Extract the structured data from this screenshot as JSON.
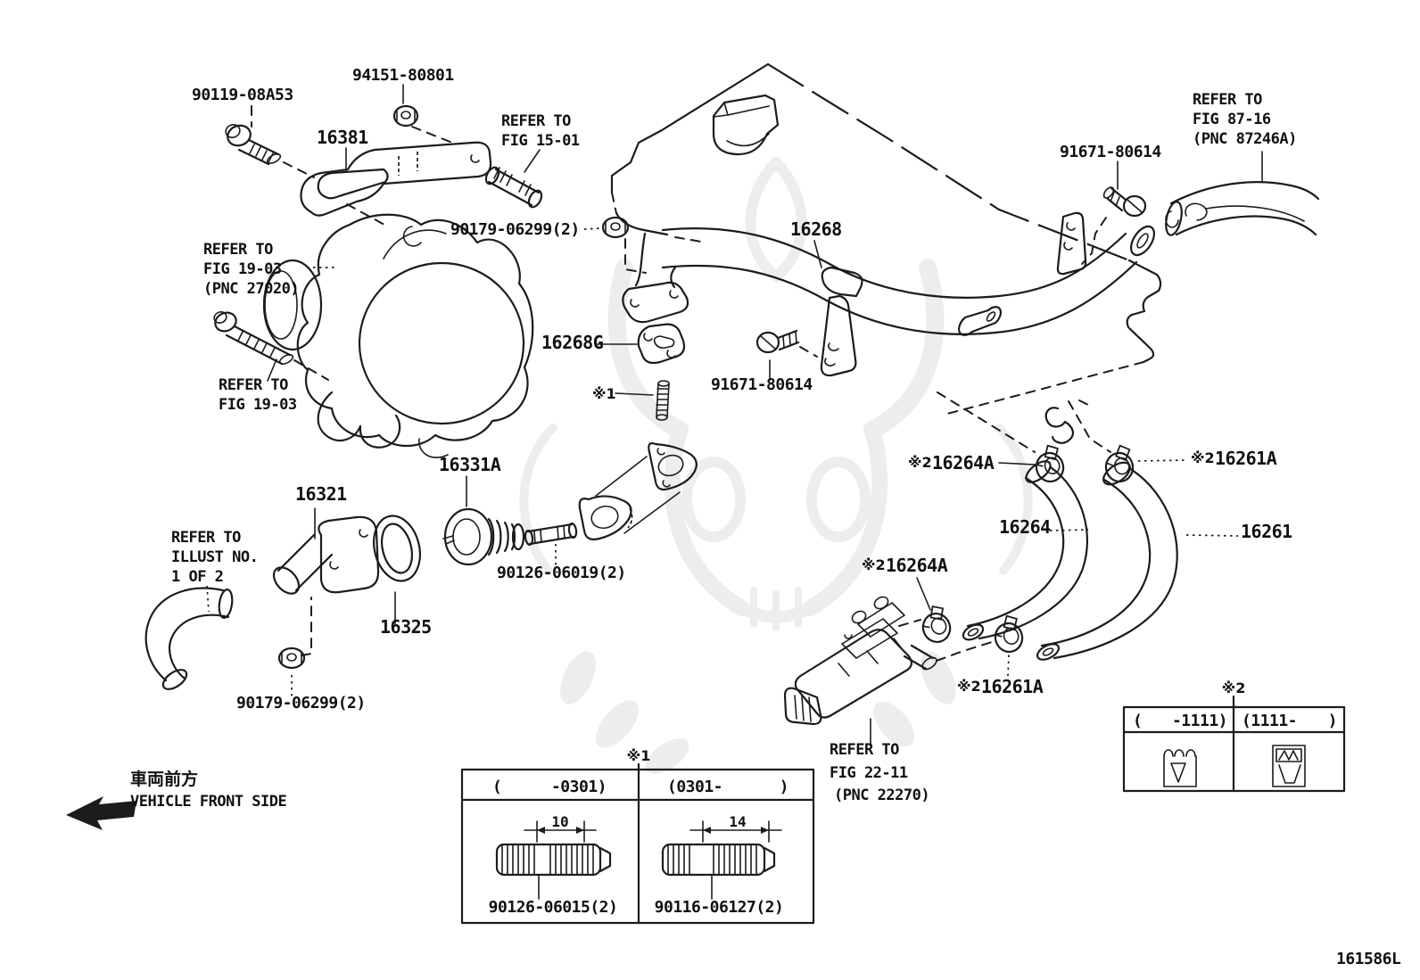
{
  "diagram": {
    "labels": {
      "refer_to": "REFER TO",
      "p90119": "90119-08A53",
      "p94151": "94151-80801",
      "p16381": "16381",
      "fig1501": "FIG 15-01",
      "p90179": "90179-06299(2)",
      "fig1903": "FIG 19-03",
      "pnc27020": "(PNC 27020)",
      "p16268": "16268",
      "p16268g": "16268G",
      "star1": "※1",
      "p91671": "91671-80614",
      "fig8716": "FIG 87-16",
      "pnc87246a": "(PNC 87246A)",
      "p16331a": "16331A",
      "p16321": "16321",
      "illust_no": "ILLUST NO.",
      "one_of_2": "1 OF 2",
      "p16325": "16325",
      "p90126_06019": "90126-06019(2)",
      "star2": "※2",
      "p16264a": "16264A",
      "p16261a": "16261A",
      "p16264": "16264",
      "p16261": "16261",
      "fig2211": "FIG 22-11",
      "pnc22270": "(PNC 22270)"
    },
    "tables": {
      "star1_table": {
        "title": "※1",
        "col1": {
          "open": "(",
          "close": "-0301)",
          "dim": "10",
          "part": "90126-06015(2)"
        },
        "col2": {
          "open": "(0301-",
          "close": ")",
          "dim": "14",
          "part": "90116-06127(2)"
        }
      },
      "star2_table": {
        "title": "※2",
        "col1": {
          "open": "(",
          "close": "-1111)"
        },
        "col2": {
          "open": "(1111-",
          "close": ")"
        }
      }
    },
    "direction": {
      "jp": "車両前方",
      "en": "VEHICLE FRONT SIDE"
    },
    "drawing_number": "161586L"
  }
}
